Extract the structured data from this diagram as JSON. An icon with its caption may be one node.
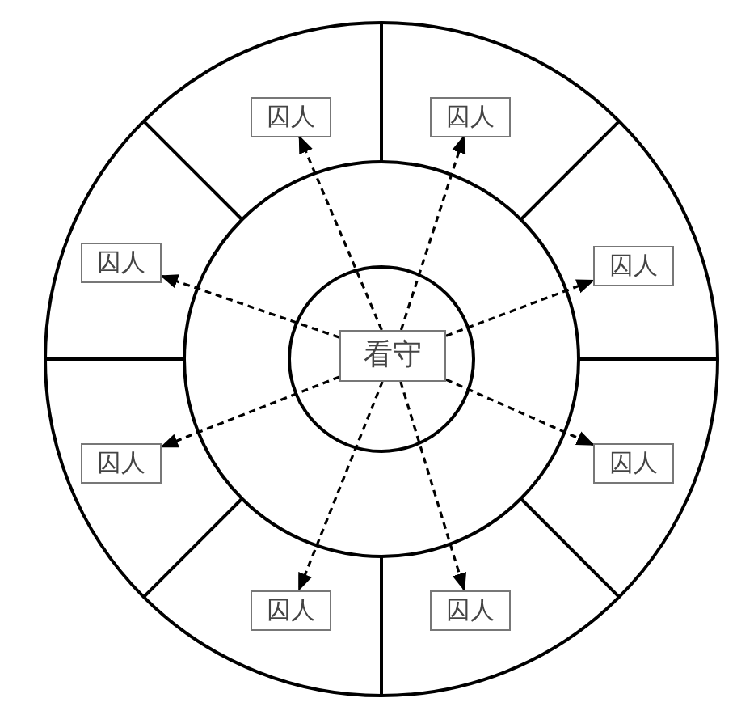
{
  "diagram": {
    "nodes": [
      {
        "text": [
          "囚人"
        ]
      },
      {
        "text": [
          "囚人"
        ]
      },
      {
        "text": [
          "囚人"
        ]
      },
      {
        "text": [
          "囚人"
        ]
      },
      {
        "text": [
          "看守"
        ]
      },
      {
        "text": [
          "囚人"
        ]
      },
      {
        "text": [
          "囚人"
        ]
      },
      {
        "text": [
          "囚人"
        ]
      },
      {
        "text": [
          "囚人"
        ]
      }
    ],
    "edges": [
      {
        "from": 4,
        "to": 0,
        "arrow": "to",
        "style": "dashed"
      },
      {
        "from": 4,
        "to": 1,
        "arrow": "to",
        "style": "dashed"
      },
      {
        "from": 4,
        "to": 3,
        "arrow": "to",
        "style": "dashed"
      },
      {
        "from": 4,
        "to": 6,
        "arrow": "to",
        "style": "dashed"
      },
      {
        "from": 4,
        "to": 8,
        "arrow": "to",
        "style": "dashed"
      },
      {
        "from": 4,
        "to": 7,
        "arrow": "to",
        "style": "dashed"
      },
      {
        "from": 4,
        "to": 5,
        "arrow": "to",
        "style": "dashed"
      },
      {
        "from": 4,
        "to": 2,
        "arrow": "to",
        "style": "dashed"
      }
    ]
  }
}
